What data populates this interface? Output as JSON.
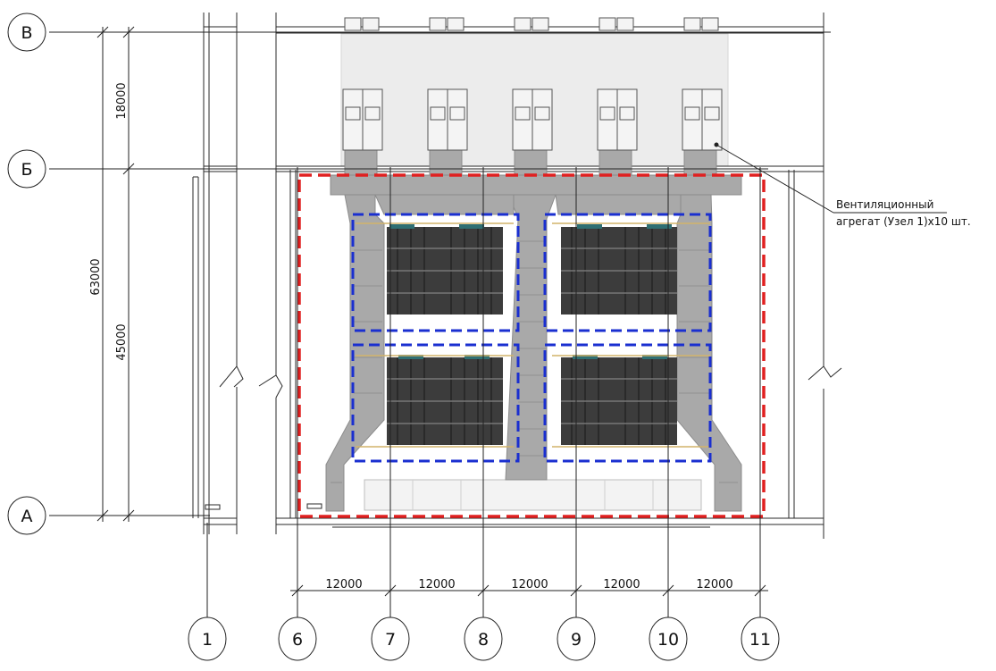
{
  "axes_rows": [
    {
      "id": "row-v",
      "label": "В"
    },
    {
      "id": "row-b",
      "label": "Б"
    },
    {
      "id": "row-a",
      "label": "А"
    }
  ],
  "axes_cols": [
    {
      "id": "col-1",
      "label": "1"
    },
    {
      "id": "col-6",
      "label": "6"
    },
    {
      "id": "col-7",
      "label": "7"
    },
    {
      "id": "col-8",
      "label": "8"
    },
    {
      "id": "col-9",
      "label": "9"
    },
    {
      "id": "col-10",
      "label": "10"
    },
    {
      "id": "col-11",
      "label": "11"
    }
  ],
  "dims_vertical": {
    "total": "63000",
    "upper": "18000",
    "lower": "45000"
  },
  "dims_horizontal": [
    "12000",
    "12000",
    "12000",
    "12000",
    "12000"
  ],
  "callout": {
    "line1": "Вентиляционный",
    "line2": "агрегат (Узел 1)х10 шт."
  },
  "colors": {
    "zone_outer": "#e02020",
    "zone_inner": "#1a2fd0",
    "duct": "#a9a9a9",
    "equipment": "#3c3c3c"
  }
}
